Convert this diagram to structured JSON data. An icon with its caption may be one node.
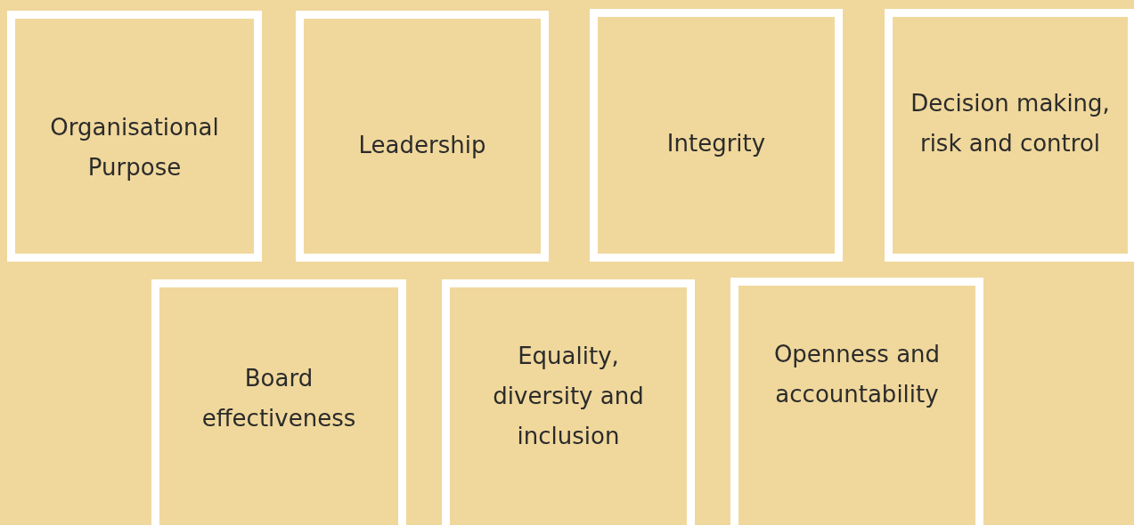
{
  "diagram": {
    "nodes": [
      {
        "text": [
          "Organisational Purpose"
        ]
      },
      {
        "text": [
          "Leadership"
        ]
      },
      {
        "text": [
          "Integrity"
        ]
      },
      {
        "text": [
          "Decision making, risk and control"
        ]
      },
      {
        "text": [
          "Board effectiveness"
        ]
      },
      {
        "text": [
          "Equality, diversity and inclusion"
        ]
      },
      {
        "text": [
          "Openness and accountability"
        ]
      }
    ]
  }
}
